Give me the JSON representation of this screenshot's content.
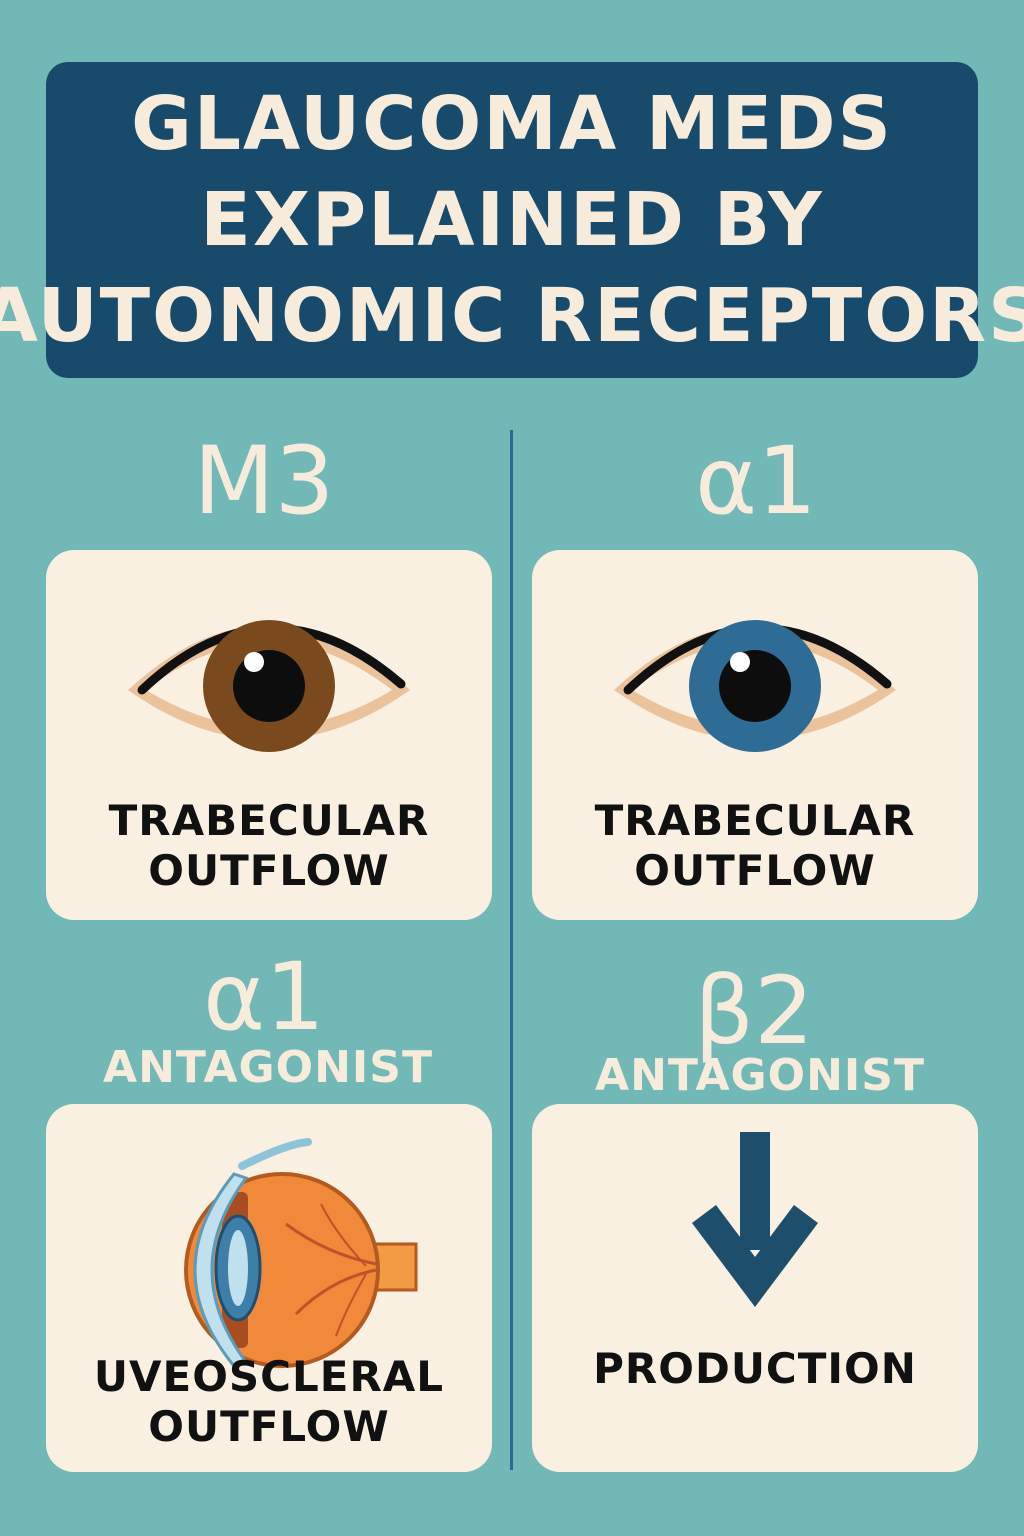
{
  "title": {
    "line1": "GLAUCOMA MEDS",
    "line2": "EXPLAINED BY",
    "line3": "AUTONOMIC RECEPTORS"
  },
  "panels": [
    {
      "receptor": "M3",
      "card": {
        "icon": "brown-eye-icon",
        "label_line1": "TRABECULAR",
        "label_line2": "OUTFLOW"
      }
    },
    {
      "receptor": "α1",
      "card": {
        "icon": "blue-eye-icon",
        "label_line1": "TRABECULAR",
        "label_line2": "OUTFLOW"
      }
    },
    {
      "receptor": "α1",
      "subtitle": "ANTAGONIST",
      "card": {
        "icon": "eyeball-cross-section-icon",
        "label_line1": "UVEOSCLERAL",
        "label_line2": "OUTFLOW"
      }
    },
    {
      "receptor": "β2",
      "subtitle": "ANTAGONIST",
      "card": {
        "icon": "down-arrow-icon",
        "label_line1": "PRODUCTION"
      }
    }
  ],
  "colors": {
    "background": "#72b8b6",
    "title_box": "#184a6c",
    "text_light": "#f7ecdc",
    "card": "#f9f0e2",
    "arrow": "#1d4f6c",
    "brown_iris": "#7a4a1e",
    "blue_iris": "#2e6b95"
  }
}
